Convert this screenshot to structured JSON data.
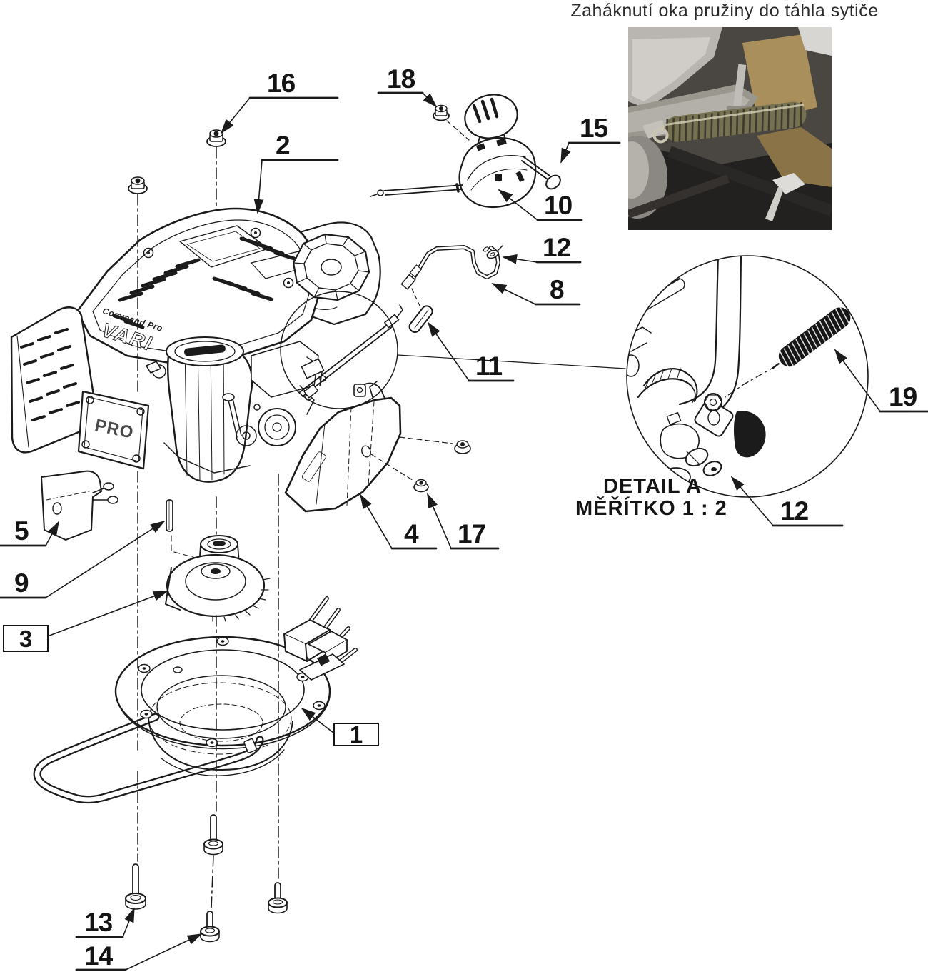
{
  "title": "Zaháknutí oka pružiny do táhla sytiče",
  "detail_label": {
    "line1": "DETAIL A",
    "line2": "MĚŘÍTKO 1 : 2"
  },
  "engine_decals": {
    "brand": "Command Pro",
    "model": "VARI",
    "badge": "PRO"
  },
  "callouts": {
    "c1": "1",
    "c2": "2",
    "c3": "3",
    "c4": "4",
    "c5": "5",
    "c8": "8",
    "c9": "9",
    "c10": "10",
    "c11": "11",
    "c12": "12",
    "c12d": "12",
    "c13": "13",
    "c14": "14",
    "c15": "15",
    "c16": "16",
    "c17": "17",
    "c18": "18",
    "c19": "19"
  },
  "colors": {
    "line": "#1b1b1b",
    "background": "#ffffff",
    "photo_bg": "#4a4743",
    "spring": "#75704f"
  }
}
